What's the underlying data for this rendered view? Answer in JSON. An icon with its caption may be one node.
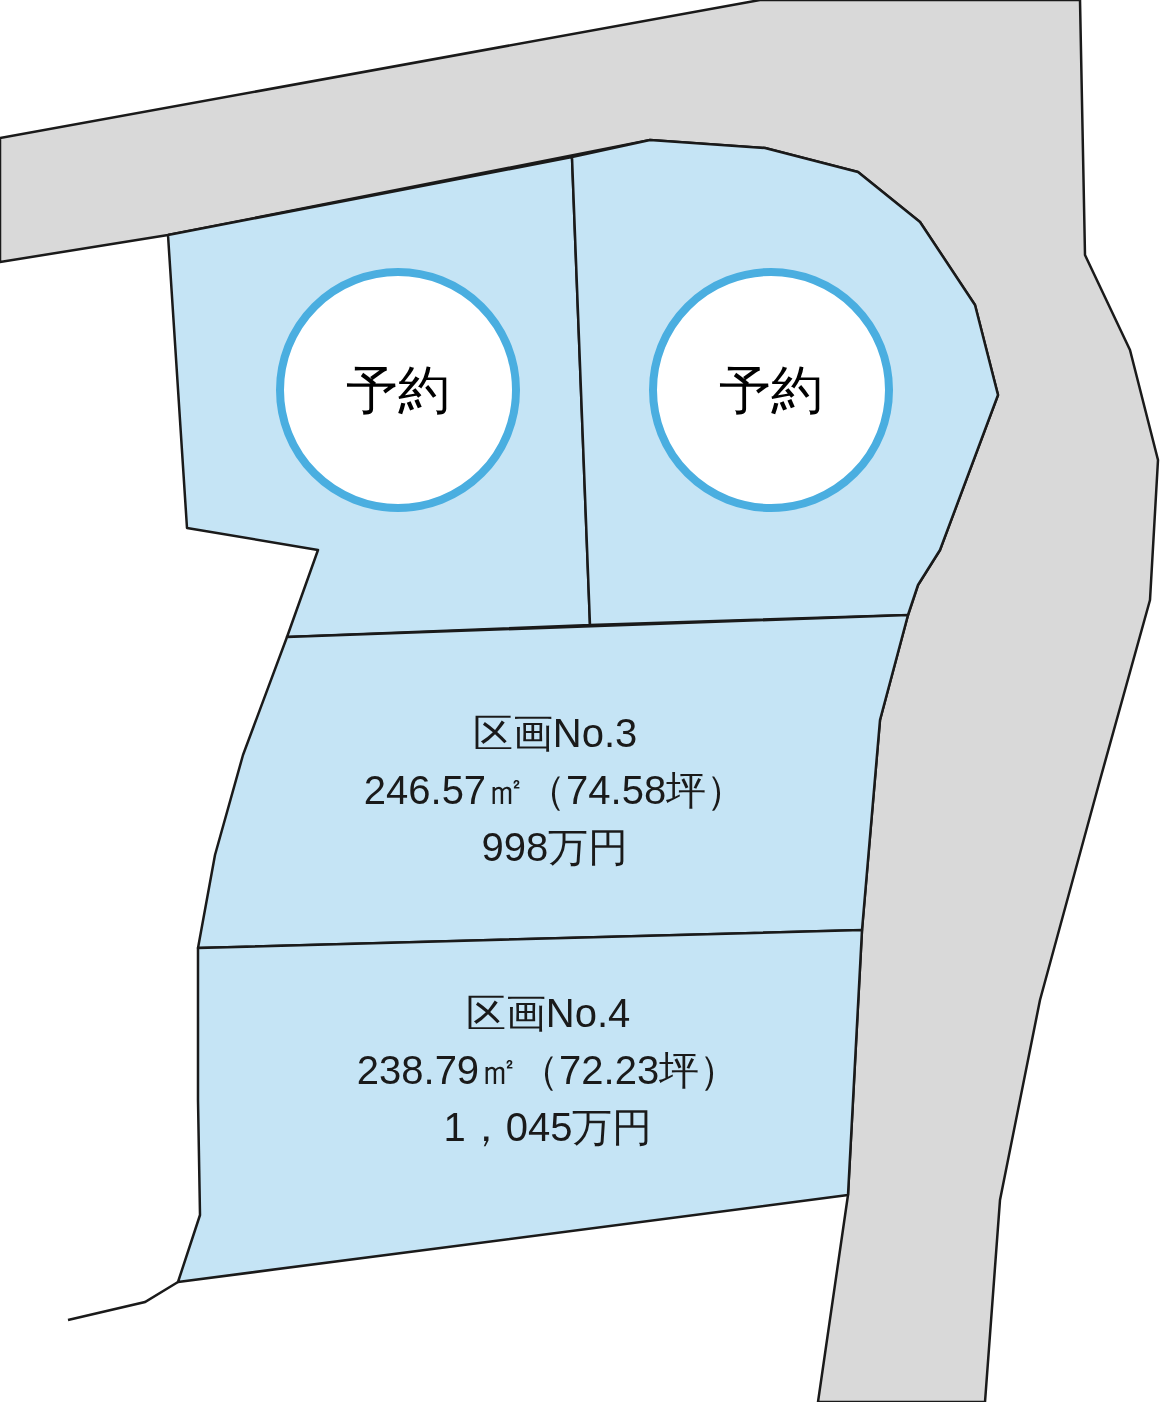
{
  "diagram": {
    "nodes": [
      {
        "text": [],
        "shape": "box"
      },
      {
        "text": [
          "予約"
        ],
        "in": 0
      },
      {
        "text": [],
        "shape": "box"
      },
      {
        "text": [
          "予約"
        ],
        "in": 2
      },
      {
        "text": [
          "区画No.3",
          "246.57㎡（74.58坪）",
          "998万円"
        ]
      },
      {
        "text": [
          "区画No.4",
          "238.79㎡（72.23坪）",
          "1，045万円"
        ]
      }
    ]
  }
}
